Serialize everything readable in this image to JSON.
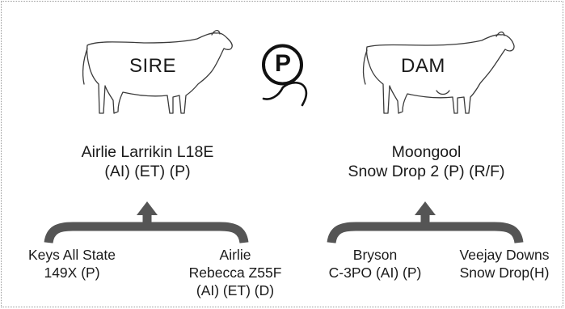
{
  "sire": {
    "label": "SIRE",
    "name_line1": "Airlie Larrikin L18E",
    "name_line2": "(AI) (ET) (P)"
  },
  "dam": {
    "label": "DAM",
    "name_line1": "Moongool",
    "name_line2": "Snow Drop 2 (P) (R/F)"
  },
  "logo": {
    "letter": "P"
  },
  "sire_sire": {
    "line1": "Keys All State",
    "line2": "149X (P)"
  },
  "sire_dam": {
    "line1": "Airlie",
    "line2": "Rebecca Z55F",
    "line3": "(AI) (ET) (D)"
  },
  "dam_sire": {
    "line1": "Bryson",
    "line2": "C-3PO (AI) (P)"
  },
  "dam_dam": {
    "line1": "Veejay Downs",
    "line2": "Snow Drop(H)"
  },
  "colors": {
    "ink": "#1a1a1a",
    "bracket": "#555555",
    "outline": "#3a3a3a",
    "border": "#9a9a9a"
  }
}
